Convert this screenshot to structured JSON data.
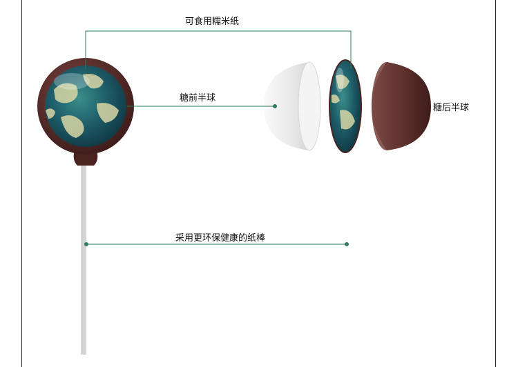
{
  "labels": {
    "rice_paper": "可食用糯米纸",
    "front_hemisphere": "糖前半球",
    "back_hemisphere": "糖后半球",
    "stick": "采用更环保健康的纸棒"
  },
  "colors": {
    "leader_line": "#2e7d5b",
    "chocolate": "#5a2d2b",
    "white_shell": "#efefef",
    "stick": "#d4d4d4",
    "earth_ocean": "#1f5f6b",
    "earth_land": "#d9d6a4"
  }
}
